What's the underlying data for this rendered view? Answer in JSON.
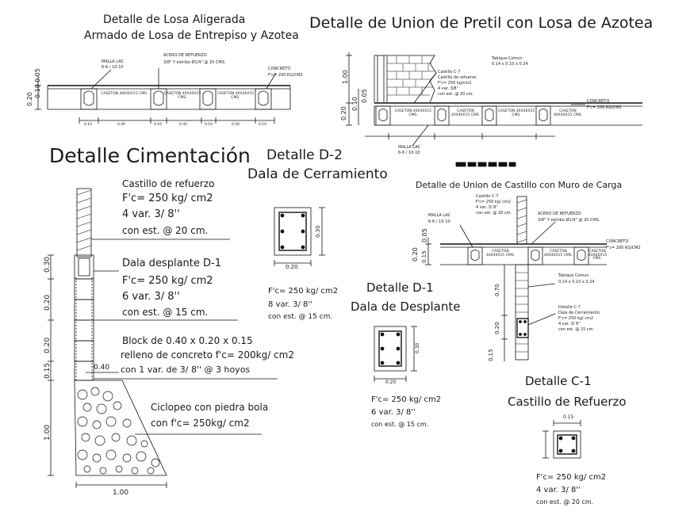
{
  "titles": {
    "losa_1": "Detalle de Losa Aligerada",
    "losa_2": "Armado de Losa de Entrepiso y Azotea",
    "pretil": "Detalle de Union de Pretil con Losa de Azotea",
    "cimentacion": "Detalle Cimentación",
    "d2_1": "Detalle D-2",
    "d2_2": "Dala de Cerramiento",
    "castillo_union": "Detalle de Union de Castillo con Muro de Carga",
    "d1_1": "Detalle D-1",
    "d1_2": "Dala de Desplante",
    "c1_1": "Detalle C-1",
    "c1_2": "Castillo de Refuerzo"
  },
  "losa": {
    "malla": "MALLA LAC",
    "malla2": "6-6 / 10-10",
    "acero": "ACERO DE REFUERZO",
    "acero2": "3/8\" Y estribo Ø1/4\" @ 20 CMS.",
    "concreto": "CONCRETO",
    "concreto2": "F'c= 200 KG/CM2",
    "casetones": [
      "CASETON 40X40X15 CMS.",
      "CASETON 40X40X15 CMS.",
      "CASETON 40X40X15 CMS."
    ],
    "dims": [
      "0.10",
      "0.40",
      "0.10",
      "0.40",
      "0.10",
      "0.40",
      "0.10"
    ],
    "vdims": [
      "0.20",
      "0.10",
      "0.05"
    ]
  },
  "pretil": {
    "tabique": "Tabique Común",
    "tabique2": "0.14 x 0.10 x 0.24",
    "castillo": [
      "Castillo C-7",
      "Castillo de refuerzo",
      "F'c= 250 kg/cm2",
      "4 var. 3/8\"",
      "con est. @ 20 cm."
    ],
    "concreto": "CONCRETO",
    "concreto2": "F'c= 200 KG/CM2",
    "malla": "MALLA LAC",
    "malla2": "6-6 / 10-10",
    "casetones": [
      "CASETON 40X40X15 CMS.",
      "CASETON 40X40X15 CMS.",
      "CASETON 40X40X15 CMS.",
      "CASETON 40X40X15 CMS."
    ],
    "vdims": [
      "1.00",
      "0.20",
      "0.10",
      "0.05"
    ]
  },
  "cimentacion": {
    "castillo": [
      "Castillo de refuerzo",
      "F'c= 250 kg/ cm2",
      "4 var. 3/ 8''",
      "con est. @ 20 cm."
    ],
    "dala": [
      "Dala desplante D-1",
      "F'c= 250 kg/ cm2",
      "6 var. 3/ 8''",
      "con est. @ 15 cm."
    ],
    "block": [
      "Block de 0.40 x 0.20 x 0.15",
      "relleno de concreto f'c= 200kg/ cm2",
      "con 1 var. de 3/ 8'' @ 3 hoyos"
    ],
    "ciclopeo": [
      "Ciclopeo con piedra bola",
      "con f'c= 250kg/ cm2"
    ],
    "dims": {
      "d030": "0.30",
      "d020a": "0.20",
      "d020b": "0.20",
      "d015": "0.15",
      "d100v": "1.00",
      "d040": "0.40",
      "d100h": "1.00"
    }
  },
  "d2": {
    "w": "0.20",
    "h": "0.30",
    "spec": [
      "F'c= 250 kg/ cm2",
      "8 var. 3/ 8''",
      "con est. @ 15 cm."
    ]
  },
  "castillo_union": {
    "castillo": [
      "Castillo C-7",
      "F'c= 250 kg/ cm2",
      "4 var. 3/ 8''",
      "con est. @ 20 cm."
    ],
    "malla": "MALLA LAC",
    "malla2": "6-6 / 10-10",
    "acero": "ACERO DE REFUERZO",
    "acero2": "3/8\" Y estribo Ø1/4\" @ 20 CMS.",
    "concreto": "CONCRETO",
    "concreto2": "F'c= 200 KG/CM2",
    "tabique": "Tabique Comun",
    "tabique2": "0.14 x 0.10 x 0.24",
    "dala": [
      "Detalle C-7",
      "Dala de Cerramiento",
      "F'c= 250 kg/ cm2",
      "4 var. 3/ 8''",
      "con est. @ 15 cm."
    ],
    "casetones": [
      "CASETON 40X40X15 CMS.",
      "CASETON 40X40X15 CMS.",
      "CASETON 40X40X15 CMS."
    ],
    "vdims": [
      "0.20",
      "0.15",
      "0.05",
      "0.70",
      "0.20",
      "0.15"
    ]
  },
  "d1": {
    "w": "0.20",
    "h": "0.30",
    "spec": [
      "F'c= 250 kg/ cm2",
      "6 var. 3/ 8''",
      "con est. @ 15 cm."
    ]
  },
  "c1": {
    "w": "0.15",
    "spec": [
      "F'c= 250 kg/ cm2",
      "4 var. 3/ 8''",
      "con est. @ 20 cm."
    ]
  }
}
